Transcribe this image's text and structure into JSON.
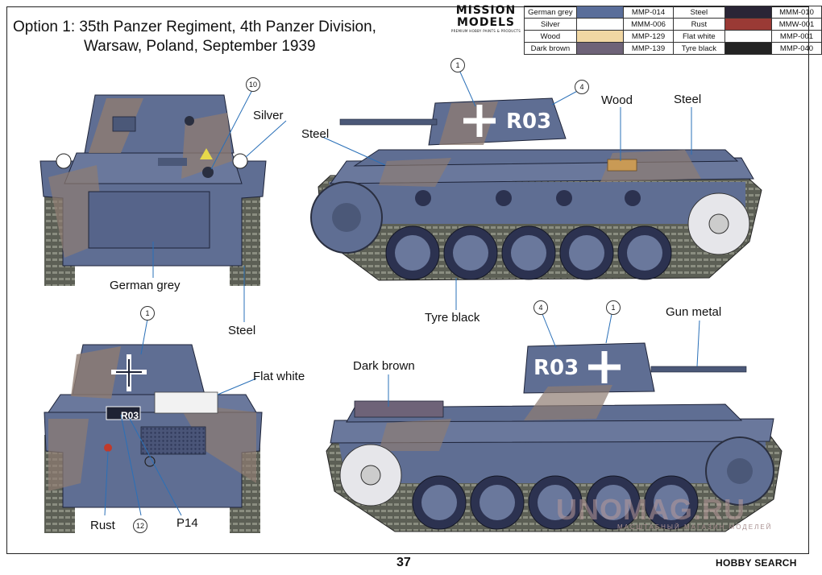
{
  "title": {
    "line1": "Option 1: 35th Panzer Regiment, 4th Panzer Division,",
    "line2": "Warsaw, Poland, September 1939"
  },
  "brand": {
    "line1": "MISSION",
    "line2": "MODELS",
    "tagline": "PREMIUM HOBBY PAINTS & PRODUCTS"
  },
  "paints": [
    {
      "name": "German grey",
      "swatch": "#5a6e9a",
      "code": "MMP-014",
      "name2": "Steel",
      "swatch2": "#2a2536",
      "code2": "MMM-010"
    },
    {
      "name": "Silver",
      "swatch": "#ffffff",
      "code": "MMM-006",
      "name2": "Rust",
      "swatch2": "#9a3a35",
      "code2": "MMW-001"
    },
    {
      "name": "Wood",
      "swatch": "#f1d7a3",
      "code": "MMP-129",
      "name2": "Flat white",
      "swatch2": "#ffffff",
      "code2": "MMP-001"
    },
    {
      "name": "Dark brown",
      "swatch": "#6e6378",
      "code": "MMP-139",
      "name2": "Tyre black",
      "swatch2": "#232323",
      "code2": "MMP-040"
    }
  ],
  "labels": {
    "silver": "Silver",
    "german_grey": "German grey",
    "steel_front": "Steel",
    "steel_side_left": "Steel",
    "wood": "Wood",
    "steel_side_right": "Steel",
    "tyre_black": "Tyre black",
    "flat_white": "Flat white",
    "dark_brown": "Dark brown",
    "gun_metal": "Gun metal",
    "rust": "Rust",
    "p14": "P14"
  },
  "callouts": {
    "n10": "10",
    "n1_side": "1",
    "n4_side": "4",
    "n1_rear": "1",
    "n12": "12",
    "n4_lower": "4",
    "n1_lower": "1"
  },
  "markings": {
    "hull_number": "R03",
    "rear_plate": "R03",
    "turret_side_left": "R03",
    "turret_side_right": "R03"
  },
  "page_number": "37",
  "footer_brand": "HOBBY SEARCH",
  "watermark": {
    "main": "UNOMAG.RU",
    "sub": "МАСШТАБНЫЙ МАГАЗИН МОДЕЛЕЙ"
  },
  "colors": {
    "tank_grey": "#5f6e93",
    "tank_grey_dark": "#46557a",
    "camo_brown": "#8f7c72",
    "track": "#5c5f55",
    "wheel": "#3c456a",
    "wood": "#c99a55"
  }
}
